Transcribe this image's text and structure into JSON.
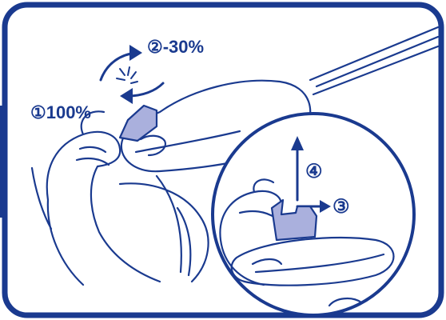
{
  "colors": {
    "frame": "#1a3a8f",
    "line": "#1a3a8f",
    "fill_tab": "#aab0dd",
    "background": "#ffffff"
  },
  "steps": {
    "step1": "①100%",
    "step2": "②-30%",
    "step3": "③",
    "step4": "④"
  }
}
